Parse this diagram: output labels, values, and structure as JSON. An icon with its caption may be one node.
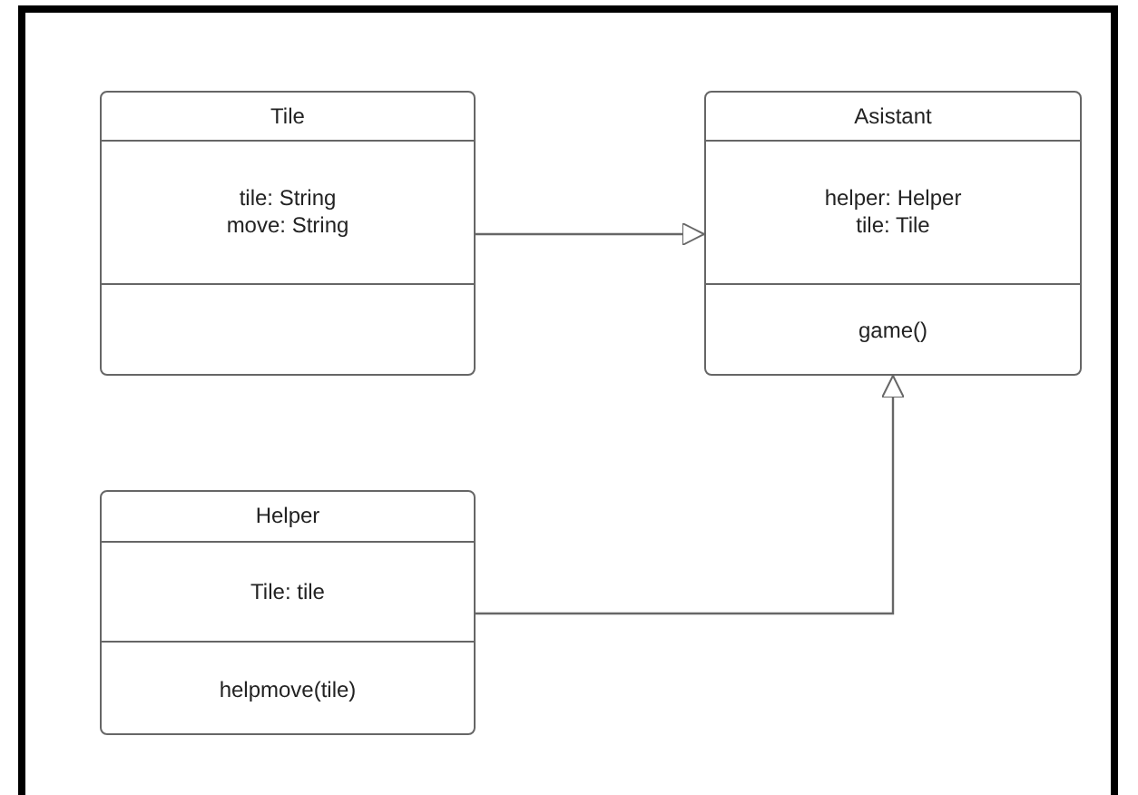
{
  "diagram": {
    "nodes": [
      {
        "text": [
          "Tile"
        ]
      },
      {
        "text": [
          "tile: String",
          "move: String"
        ],
        "in": 0
      },
      {
        "text": [],
        "shape": "box",
        "in": 0
      },
      {
        "text": [
          "Asistant"
        ]
      },
      {
        "text": [
          "helper: Helper",
          "tile: Tile"
        ],
        "in": 3
      },
      {
        "text": [
          "game()"
        ],
        "in": 3
      },
      {
        "text": [
          "Helper"
        ]
      },
      {
        "text": [
          "Tile: tile"
        ],
        "in": 6
      },
      {
        "text": [
          "helpmove(tile)"
        ],
        "in": 6
      }
    ],
    "edges": [
      {
        "from": 0,
        "to": 3,
        "arrow": "to"
      },
      {
        "from": 6,
        "to": 3,
        "arrow": "to"
      }
    ]
  }
}
